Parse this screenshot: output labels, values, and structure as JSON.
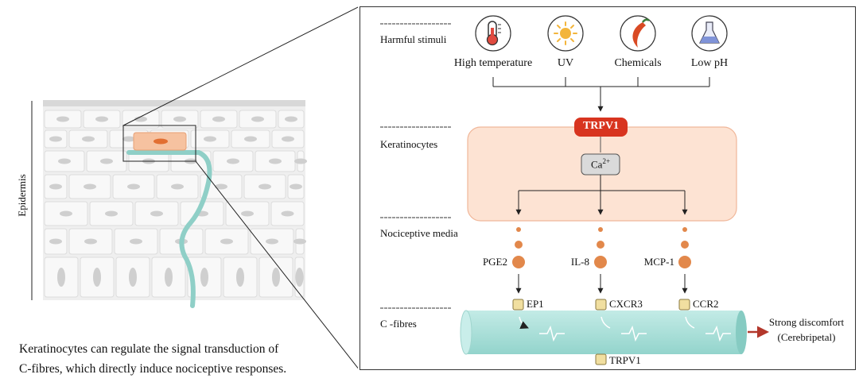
{
  "left": {
    "epidermis_label": "Epidermis",
    "caption_line1": "Keratinocytes can regulate the signal transduction of",
    "caption_line2": "C-fibres, which directly induce nociceptive responses."
  },
  "rows": {
    "harmful_stimuli": "Harmful stimuli",
    "keratinocytes": "Keratinocytes",
    "nociceptive_media": "Nociceptive media",
    "c_fibres": "C -fibres"
  },
  "stimuli": [
    {
      "label": "High temperature",
      "icon": "thermometer-icon"
    },
    {
      "label": "UV",
      "icon": "sun-icon"
    },
    {
      "label": "Chemicals",
      "icon": "chili-pepper-icon"
    },
    {
      "label": "Low pH",
      "icon": "flask-icon"
    }
  ],
  "trpv1": "TRPV1",
  "calcium": {
    "base": "Ca",
    "sup": "2+"
  },
  "mediators": [
    "PGE2",
    "IL-8",
    "MCP-1"
  ],
  "receptors": [
    "EP1",
    "CXCR3",
    "CCR2"
  ],
  "fibre_receptor": "TRPV1",
  "output": {
    "line1": "Strong discomfort",
    "line2": "(Cerebripetal)"
  },
  "colors": {
    "trpv1": "#d8341f",
    "keratinocyte_fill": "#fde3d3",
    "keratinocyte_border": "#f0b79a",
    "mediator_dot": "#e2884b",
    "fibre": "#a6ddd7",
    "receptor": "#f1dfa0",
    "output_arrow": "#b3372b",
    "skin_fibre": "#8fcfc7"
  }
}
